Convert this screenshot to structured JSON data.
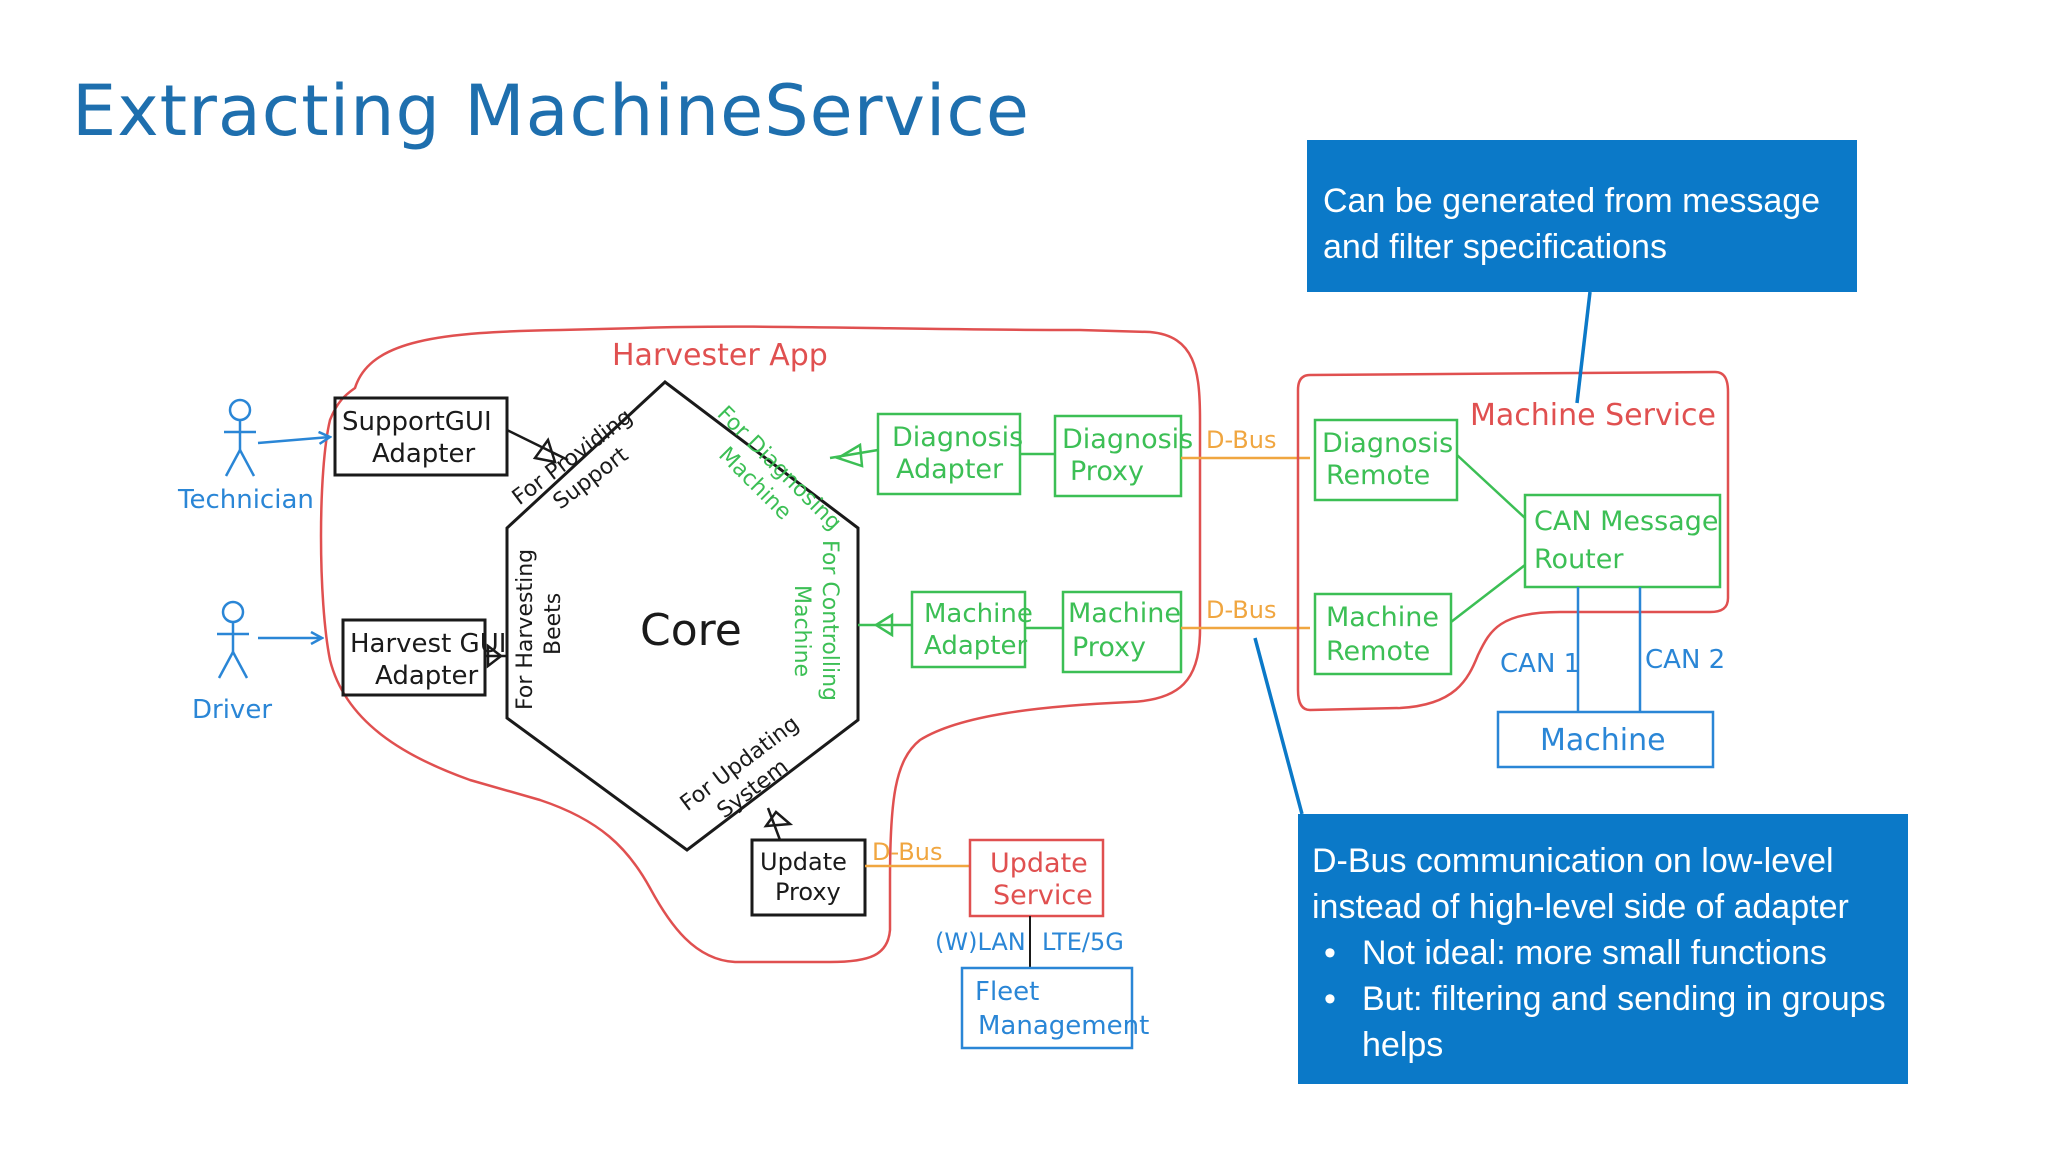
{
  "slide": {
    "title": "Extracting MachineService"
  },
  "callouts": {
    "top": {
      "text": "Can be generated from message and filter specifications"
    },
    "bottom": {
      "intro": "D-Bus communication on low-level instead of high-level side of adapter",
      "bullets": [
        "Not ideal: more small functions",
        "But: filtering and sending in groups helps"
      ]
    }
  },
  "diagram": {
    "colors": {
      "app_boundary": "#e05050",
      "green": "#3cbf55",
      "blue": "#2a86d6",
      "black": "#1a1a1a",
      "orange": "#f0a640",
      "callout": "#0b79c8"
    },
    "actors": {
      "technician": "Technician",
      "driver": "Driver"
    },
    "harvester_app": {
      "label": "Harvester App",
      "core": "Core",
      "ports": {
        "for_providing_support": [
          "For Providing",
          "Support"
        ],
        "for_harvesting_beets": [
          "For Harvesting",
          "Beets"
        ],
        "for_diagnosing_machine": [
          "For Diagnosing",
          "Machine"
        ],
        "for_controlling_machine": [
          "For Controlling",
          "Machine"
        ],
        "for_updating_system": [
          "For Updating",
          "System"
        ]
      },
      "support_gui_adapter": [
        "SupportGUI",
        "Adapter"
      ],
      "harvest_gui_adapter": [
        "Harvest GUI",
        "Adapter"
      ],
      "diagnosis_adapter": [
        "Diagnosis",
        "Adapter"
      ],
      "diagnosis_proxy": [
        "Diagnosis",
        "Proxy"
      ],
      "machine_adapter": [
        "Machine",
        "Adapter"
      ],
      "machine_proxy": [
        "Machine",
        "Proxy"
      ],
      "update_proxy": [
        "Update",
        "Proxy"
      ]
    },
    "dbus_labels": {
      "diagnosis": "D-Bus",
      "machine": "D-Bus",
      "update": "D-Bus"
    },
    "machine_service": {
      "label": "Machine Service",
      "diagnosis_remote": [
        "Diagnosis",
        "Remote"
      ],
      "machine_remote": [
        "Machine",
        "Remote"
      ],
      "can_message_router": [
        "CAN Message",
        "Router"
      ]
    },
    "can_buses": {
      "can1": "CAN 1",
      "can2": "CAN 2"
    },
    "machine": "Machine",
    "update_service": [
      "Update",
      "Service"
    ],
    "networks": {
      "wlan": "(W)LAN",
      "lte": "LTE/5G"
    },
    "fleet_management": [
      "Fleet",
      "Management"
    ]
  }
}
